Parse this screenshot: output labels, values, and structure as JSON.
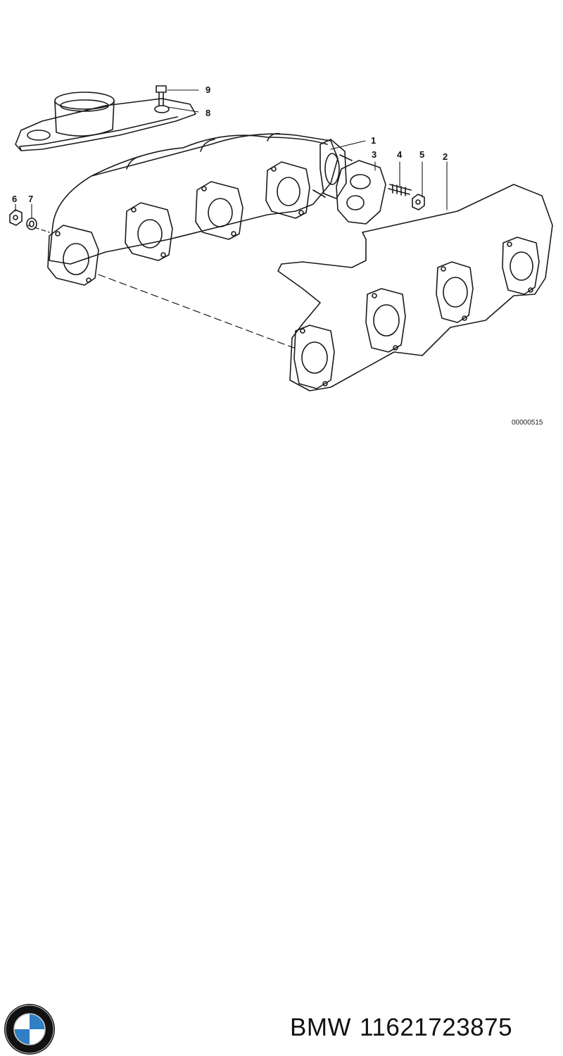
{
  "diagram": {
    "callouts": [
      {
        "id": "1",
        "label": "1"
      },
      {
        "id": "2",
        "label": "2"
      },
      {
        "id": "3",
        "label": "3"
      },
      {
        "id": "4",
        "label": "4"
      },
      {
        "id": "5",
        "label": "5"
      },
      {
        "id": "6",
        "label": "6"
      },
      {
        "id": "7",
        "label": "7"
      },
      {
        "id": "8",
        "label": "8"
      },
      {
        "id": "9",
        "label": "9"
      }
    ],
    "reference_code": "00000515"
  },
  "footer": {
    "brand": "BMW",
    "part_number": "11621723875"
  },
  "colors": {
    "line": "#1a1a1a",
    "logo_blue": "#2f7fc4",
    "logo_ring": "#111111"
  }
}
